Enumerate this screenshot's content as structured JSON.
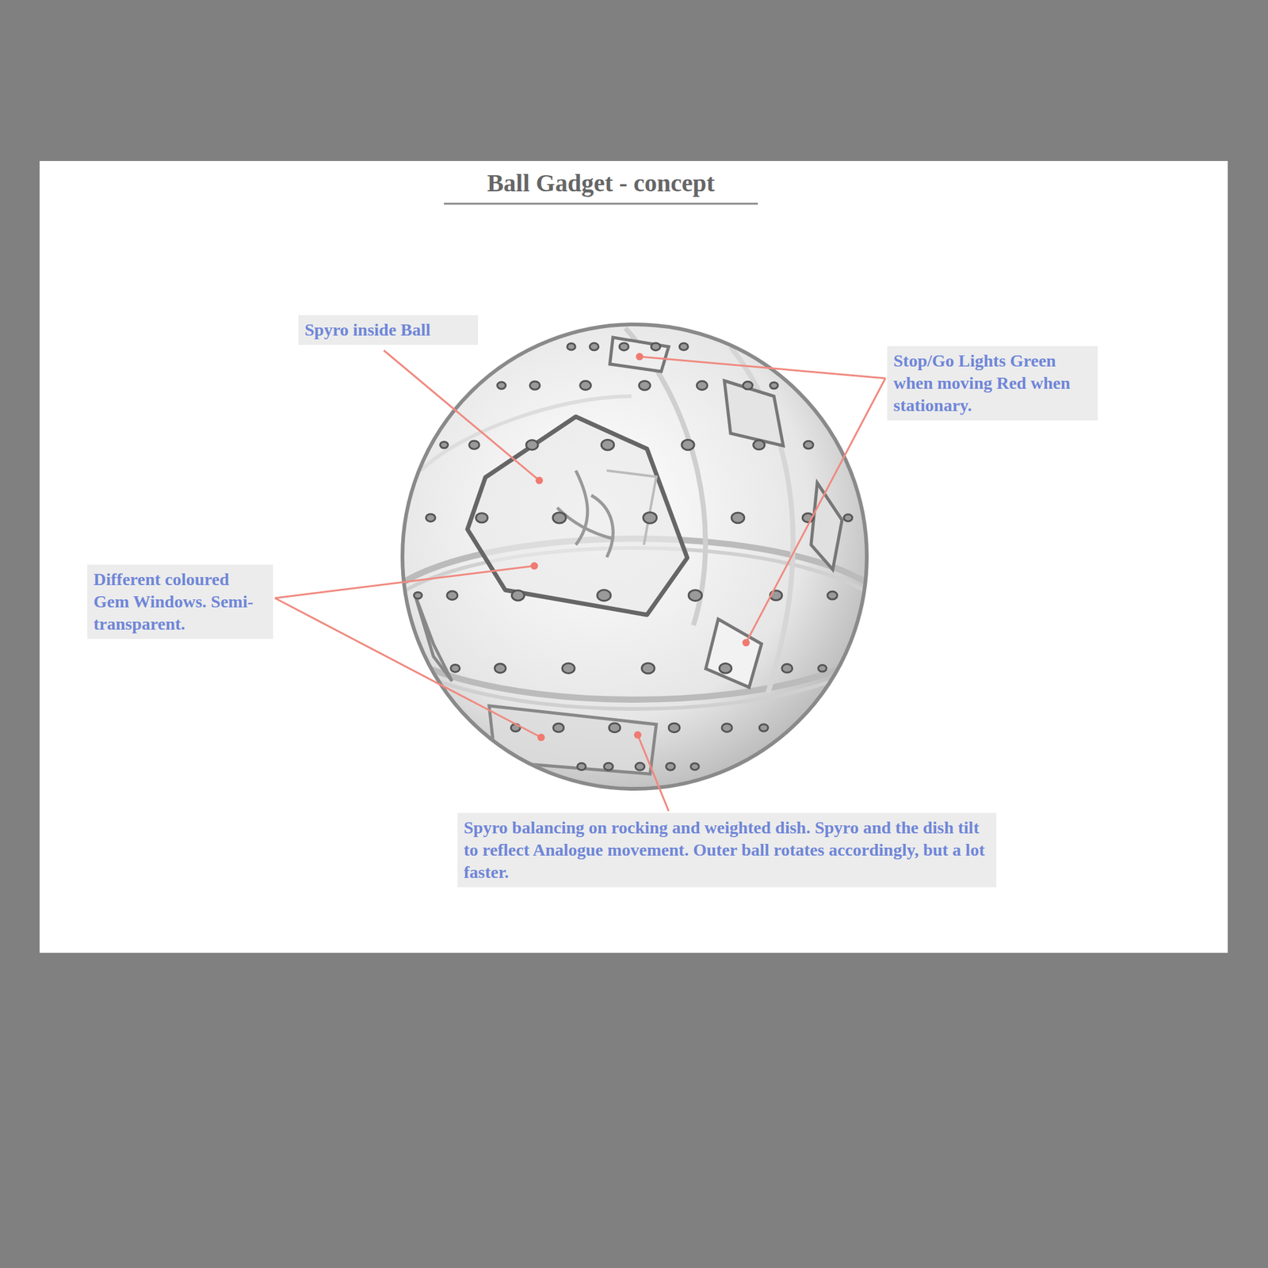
{
  "diagram": {
    "title": "Ball Gadget - concept",
    "nodes": [
      {
        "text": [
          "Spyro inside Ball"
        ]
      },
      {
        "text": [
          "Stop/Go Lights Green when moving Red when stationary."
        ]
      },
      {
        "text": [
          "Different coloured Gem Windows. Semi-transparent."
        ]
      },
      {
        "text": [
          "Spyro balancing on rocking and weighted dish. Spyro and the dish tilt to reflect Analogue movement. Outer ball rotates accordingly, but a lot faster."
        ]
      }
    ]
  }
}
